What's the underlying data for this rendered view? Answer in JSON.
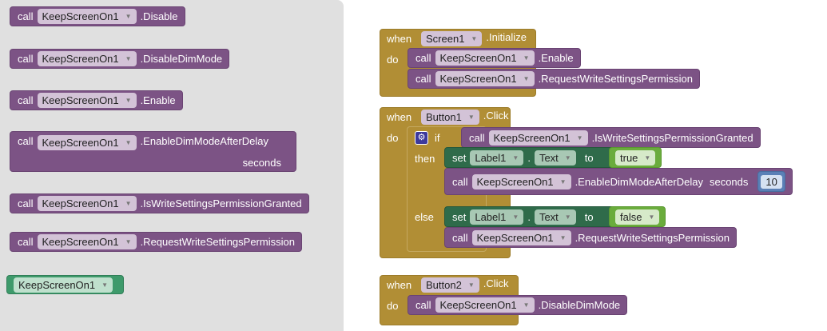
{
  "component": "KeepScreenOn1",
  "flyout": {
    "call": "call",
    "methods": [
      ".Disable",
      ".DisableDimMode",
      ".Enable",
      ".EnableDimModeAfterDelay",
      ".IsWriteSettingsPermissionGranted",
      ".RequestWriteSettingsPermission"
    ],
    "seconds": "seconds"
  },
  "workspace": {
    "when": "when",
    "do": "do",
    "call": "call",
    "set": "set",
    "to": "to",
    "if": "if",
    "then": "then",
    "else": "else",
    "dot": ".",
    "ev1": {
      "component": "Screen1",
      "event": ".Initialize",
      "calls": [
        ".Enable",
        ".RequestWriteSettingsPermission"
      ]
    },
    "ev2": {
      "component": "Button1",
      "event": ".Click",
      "cond": ".IsWriteSettingsPermissionGranted",
      "label": "Label1",
      "prop": "Text",
      "true": "true",
      "false": "false",
      "delay_call": ".EnableDimModeAfterDelay",
      "seconds": "seconds",
      "value": "10",
      "else_call": ".RequestWriteSettingsPermission"
    },
    "ev3": {
      "component": "Button2",
      "event": ".Click",
      "call": ".DisableDimMode"
    }
  },
  "colors": {
    "procedure": "#7c5385",
    "control": "#b18e35",
    "setter": "#2f6b4a",
    "logic": "#6aac3c",
    "math": "#5a80b6",
    "component": "#3e9a6b",
    "flyout_bg": "#e0e0e0"
  }
}
